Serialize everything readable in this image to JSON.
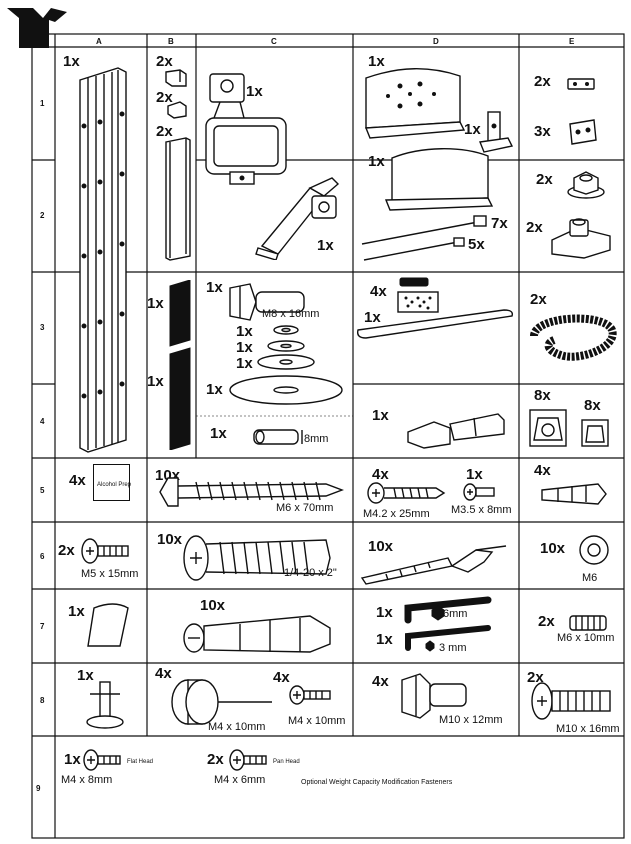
{
  "columns": [
    "A",
    "B",
    "C",
    "D",
    "E"
  ],
  "rows": [
    "1",
    "2",
    "3",
    "4",
    "5",
    "6",
    "7",
    "8",
    "9"
  ],
  "qty": {
    "a1": "1x",
    "b1a": "2x",
    "b1b": "2x",
    "b1c": "2x",
    "b3": "1x",
    "b4": "1x",
    "c1": "1x",
    "c2": "1x",
    "c3a": "1x",
    "c3b": "1x",
    "c3c": "1x",
    "c3d": "1x",
    "c3e": "1x",
    "c4": "1x",
    "d1a": "1x",
    "d1b": "1x",
    "d2a": "1x",
    "d2b": "7x",
    "d2c": "5x",
    "d3a": "4x",
    "d3b": "1x",
    "d4": "1x",
    "e1a": "2x",
    "e1b": "3x",
    "e2a": "2x",
    "e2b": "2x",
    "e3": "2x",
    "e4a": "8x",
    "e4b": "8x",
    "a5": "4x",
    "bc5": "10x",
    "d5a": "4x",
    "d5b": "1x",
    "e5": "4x",
    "a6": "2x",
    "bc6": "10x",
    "d6": "10x",
    "e6": "10x",
    "a7": "1x",
    "bc7": "10x",
    "d7a": "1x",
    "d7b": "1x",
    "e7": "2x",
    "a8": "1x",
    "bc8a": "4x",
    "bc8b": "4x",
    "d8": "4x",
    "e8": "2x",
    "r9a": "1x",
    "r9b": "2x"
  },
  "sizes": {
    "c3_bolt": "M8 x 16mm",
    "c4_spacer": "8mm",
    "bc5": "M6 x 70mm",
    "d5a": "M4.2 x 25mm",
    "d5b": "M3.5 x 8mm",
    "a6": "M5 x 15mm",
    "bc6": "1/4-20 x 2\"",
    "e6": "M6",
    "d7a": "6mm",
    "d7b": "3 mm",
    "e7": "M6 x 10mm",
    "bc8a": "M4 x 10mm",
    "bc8b": "M4 x 10mm",
    "d8": "M10 x 12mm",
    "e8": "M10 x 16mm",
    "r9a": "M4 x 8mm",
    "r9b": "M4 x 6mm"
  },
  "labels": {
    "alcohol_pad": "Alcohol Prep",
    "flat_head": "Flat Head",
    "pan_head": "Pan Head",
    "optional_note": "Optional Weight Capacity Modification Fasteners"
  }
}
